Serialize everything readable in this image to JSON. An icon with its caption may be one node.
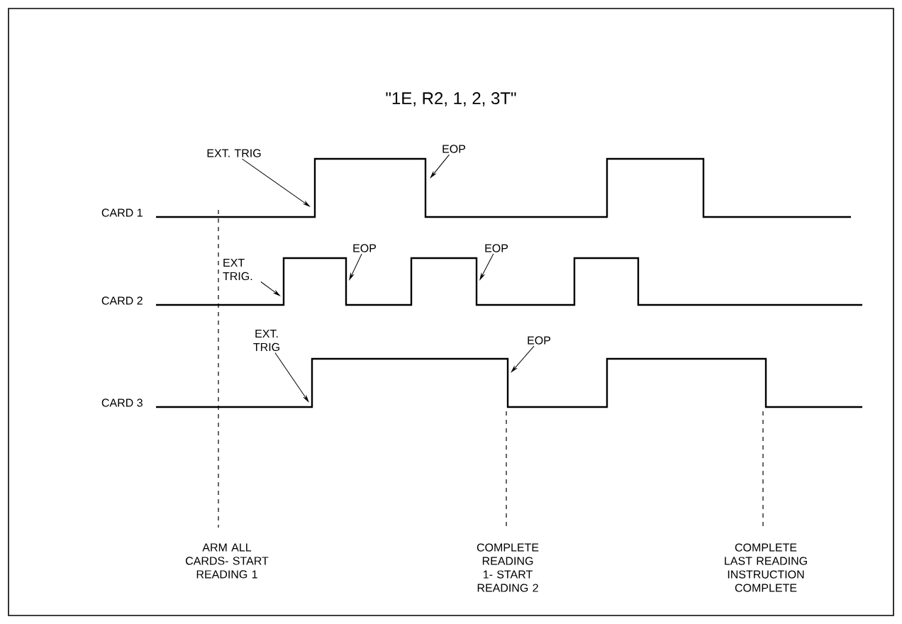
{
  "diagram": {
    "title": "\"1E, R2, 1, 2, 3T\"",
    "nodes": [
      {
        "text": [
          "EXT. TRIG"
        ]
      },
      {
        "text": [
          "EOP"
        ]
      },
      {
        "text": [
          "EXT TRIG."
        ]
      },
      {
        "text": [
          "EOP"
        ]
      },
      {
        "text": [
          "EOP"
        ]
      },
      {
        "text": [
          "EXT. TRIG"
        ]
      },
      {
        "text": [
          "EOP"
        ]
      }
    ],
    "edges": [
      {
        "from": 0,
        "to": null,
        "arrow": "to"
      },
      {
        "from": 1,
        "to": null,
        "arrow": "to"
      },
      {
        "from": 2,
        "to": null,
        "arrow": "to"
      },
      {
        "from": 3,
        "to": null,
        "arrow": "to"
      },
      {
        "from": 4,
        "to": null,
        "arrow": "to"
      },
      {
        "from": 5,
        "to": null,
        "arrow": "to"
      },
      {
        "from": 6,
        "to": null,
        "arrow": "to"
      }
    ],
    "labels": [
      "CARD 1",
      "CARD 2",
      "CARD 3",
      "ARM ALL CARDS- START READING 1",
      "COMPLETE READING 1- START READING 2",
      "COMPLETE LAST READING INSTRUCTION COMPLETE"
    ]
  }
}
